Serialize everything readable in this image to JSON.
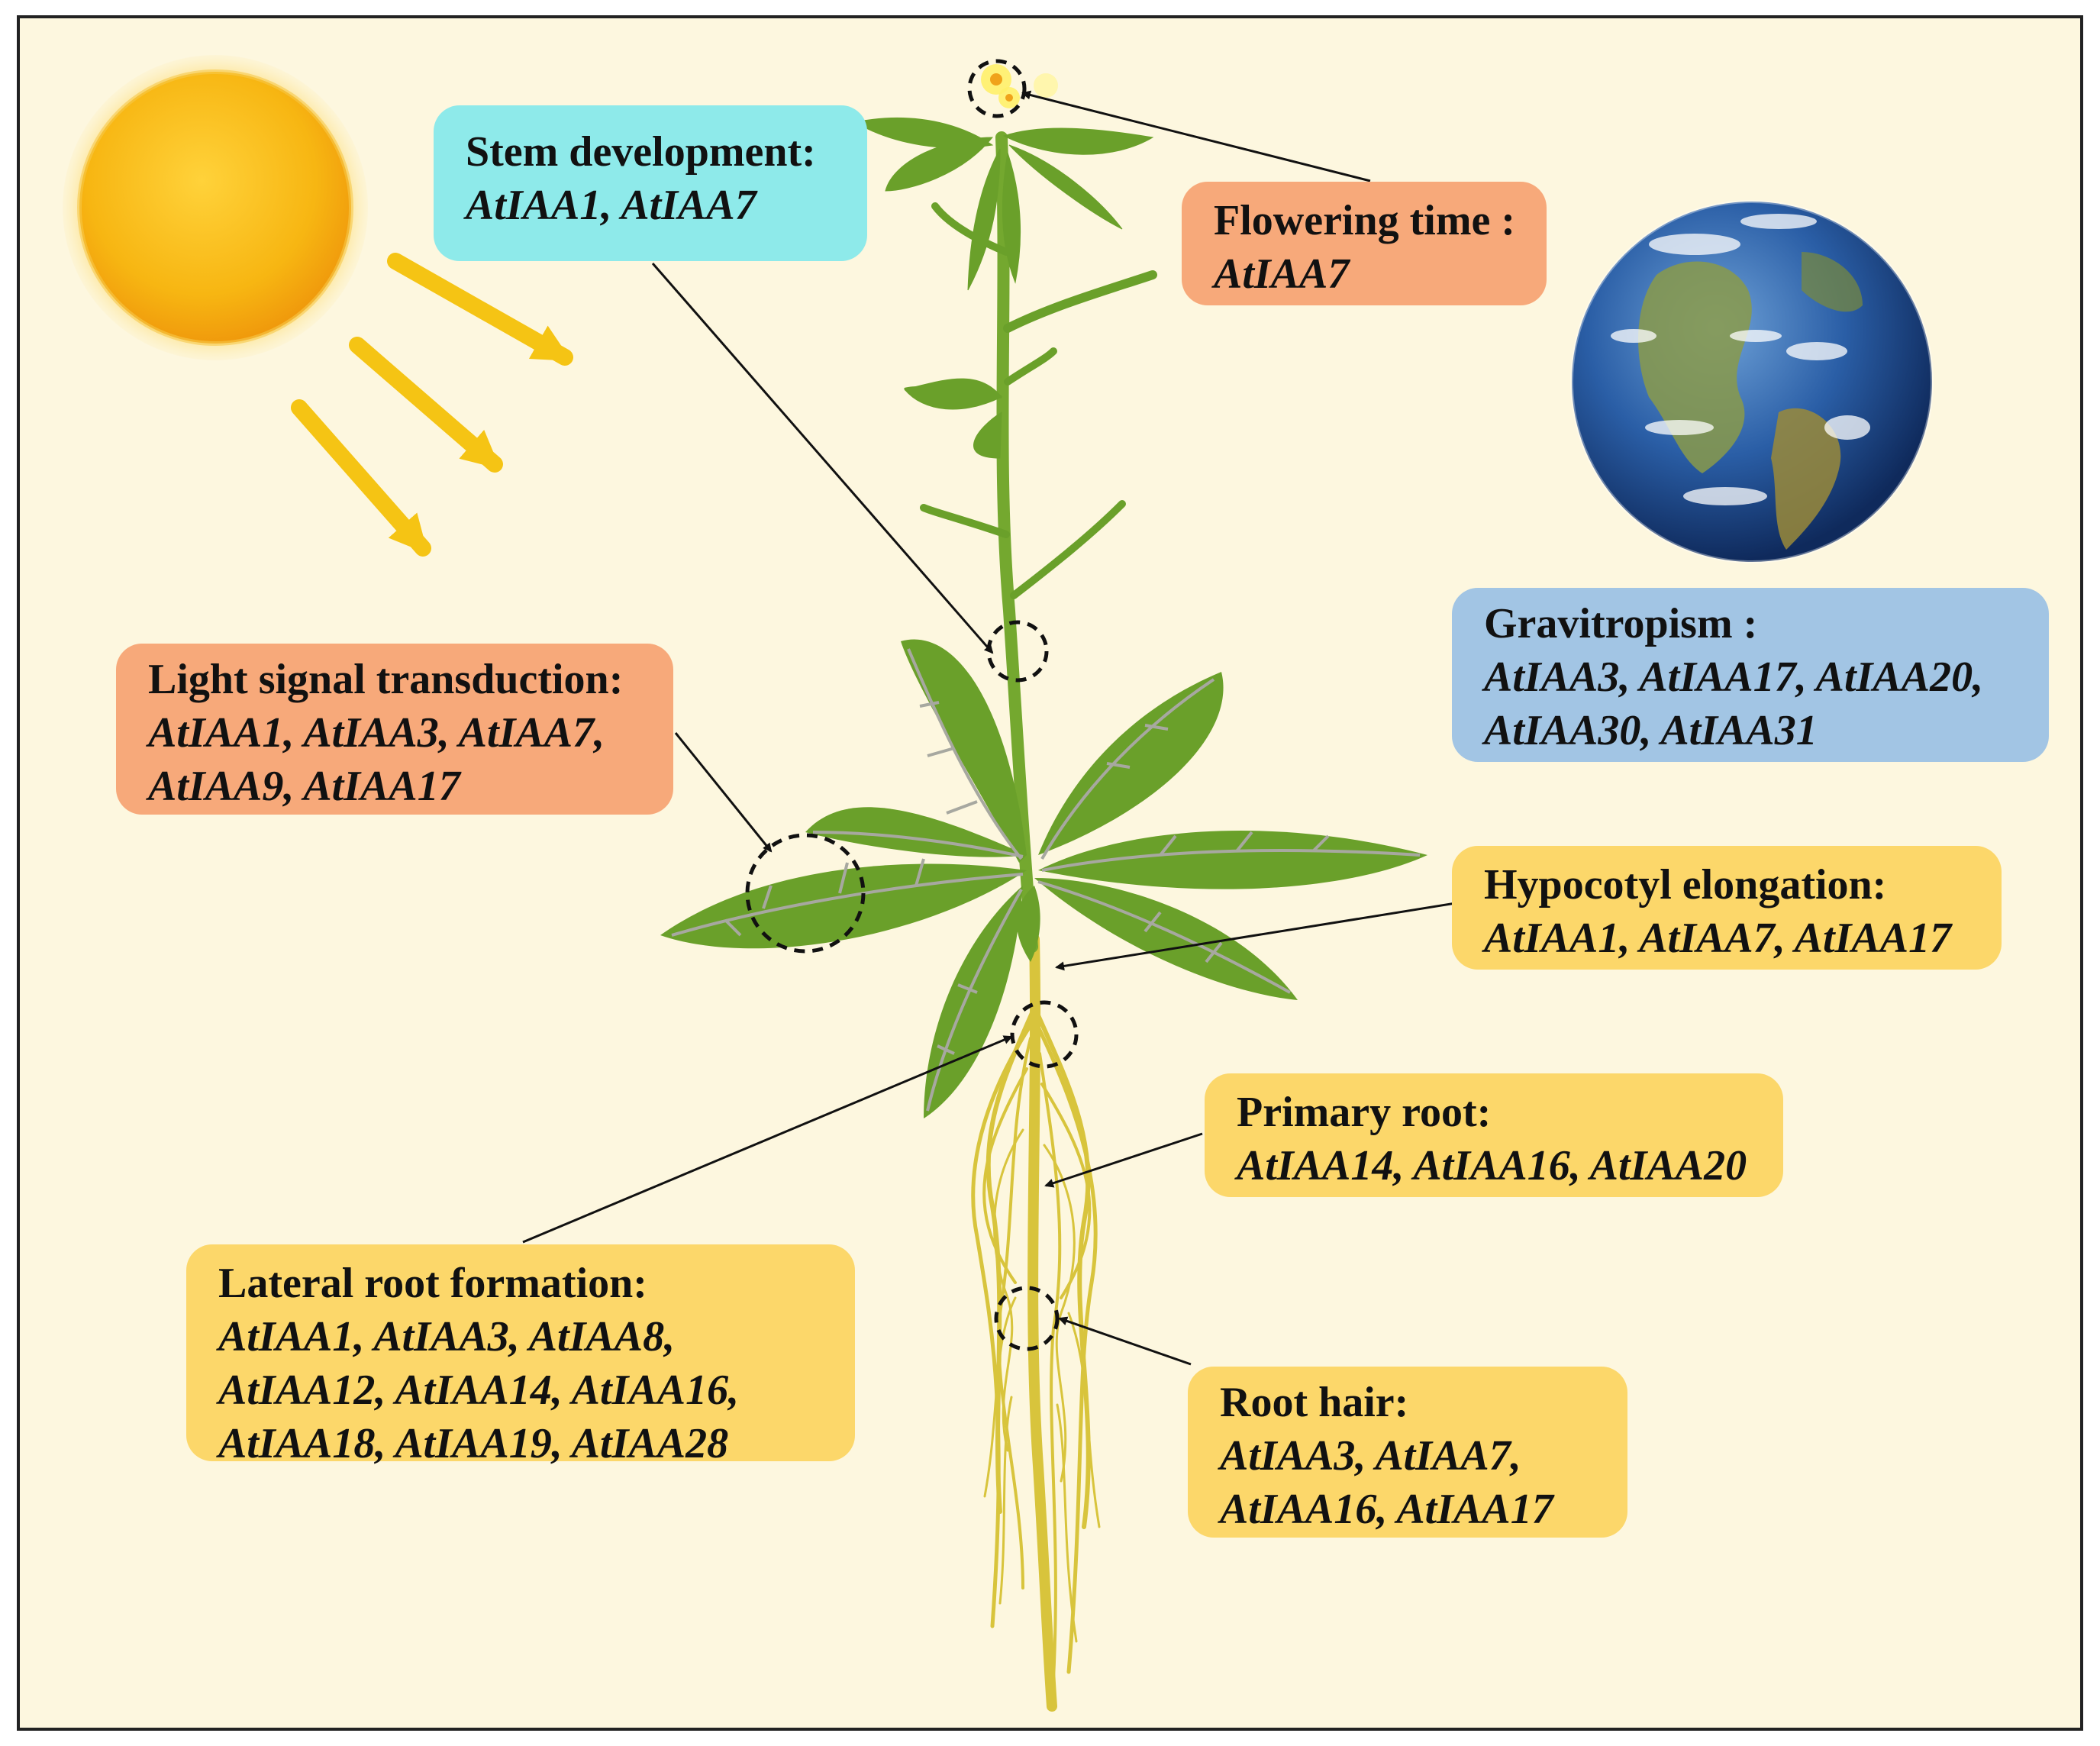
{
  "colors": {
    "background": "#fdf7df",
    "frame": "#222222",
    "leaf": "#6aa02a",
    "leaf_vein": "#a7a8a0",
    "stem": "#74a82f",
    "root": "#d8c43c",
    "sun": "#f7c21c",
    "arrow_sun": "#f5c414",
    "box_stem": "#8eeaea",
    "box_flowering": "#f7a97a",
    "box_light": "#f7a97a",
    "box_gravitropism": "#a2c5e4",
    "box_roots": "#fcd76a"
  },
  "icons": [
    "sun-icon",
    "earth-globe-icon",
    "plant-illustration",
    "flower-icon"
  ],
  "labels": {
    "stem_development": {
      "title": "Stem development:",
      "genes": [
        "AtIAA1, AtIAA7"
      ]
    },
    "flowering_time": {
      "title": "Flowering time :",
      "genes": [
        "AtIAA7"
      ]
    },
    "gravitropism": {
      "title": "Gravitropism :",
      "genes": [
        "AtIAA3, AtIAA17, AtIAA20,",
        "AtIAA30, AtIAA31"
      ]
    },
    "light_signal": {
      "title": "Light signal transduction:",
      "genes": [
        "AtIAA1, AtIAA3, AtIAA7,",
        "AtIAA9, AtIAA17"
      ]
    },
    "hypocotyl": {
      "title": "Hypocotyl elongation:",
      "genes": [
        "AtIAA1, AtIAA7, AtIAA17"
      ]
    },
    "primary_root": {
      "title": "Primary root:",
      "genes": [
        "AtIAA14, AtIAA16, AtIAA20"
      ]
    },
    "lateral_root": {
      "title": "Lateral root formation:",
      "genes": [
        "AtIAA1, AtIAA3, AtIAA8,",
        "AtIAA12, AtIAA14, AtIAA16,",
        "AtIAA18, AtIAA19, AtIAA28"
      ]
    },
    "root_hair": {
      "title": "Root hair:",
      "genes": [
        "AtIAA3, AtIAA7,",
        "AtIAA16, AtIAA17"
      ]
    }
  }
}
